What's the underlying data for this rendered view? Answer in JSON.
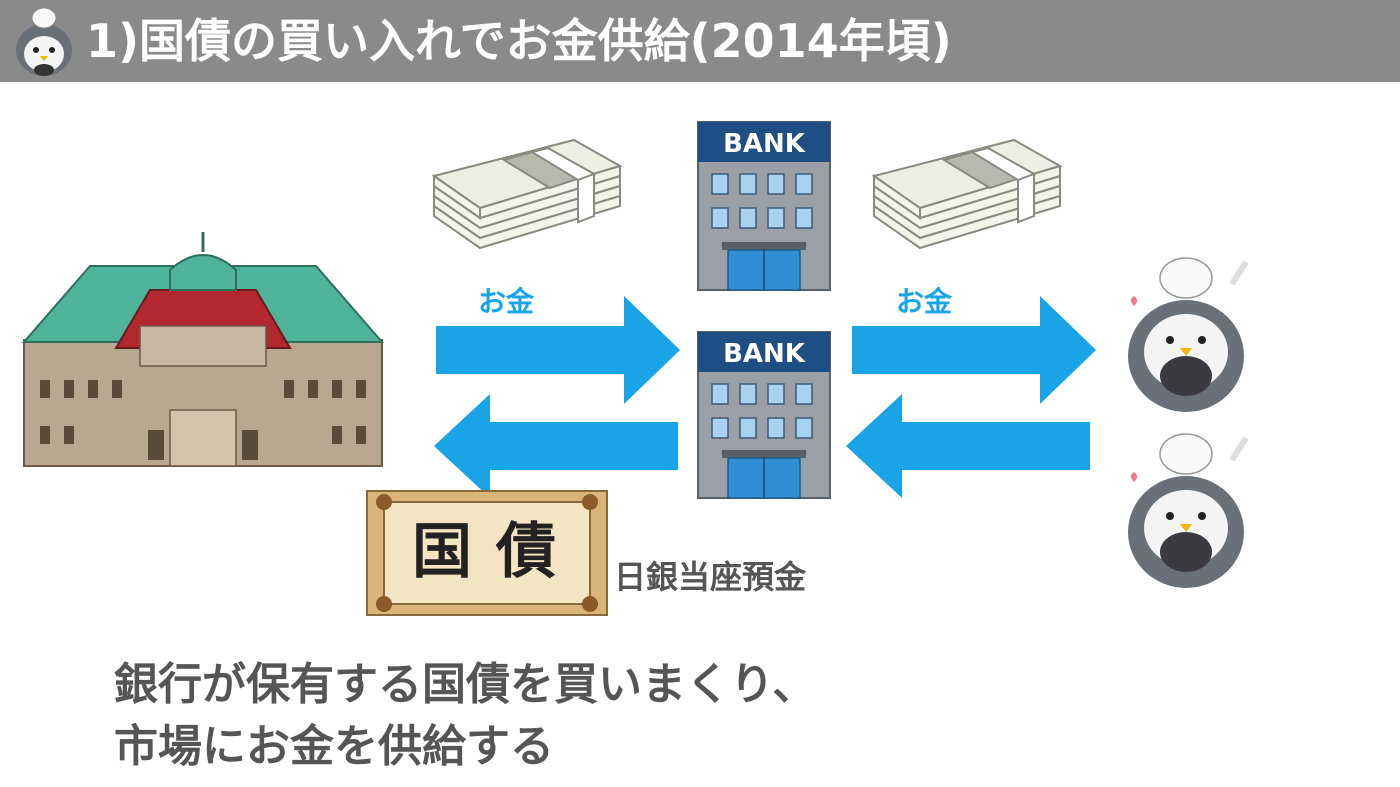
{
  "header": {
    "title": "1)国債の買い入れでお金供給(2014年頃)"
  },
  "banks": [
    {
      "sign": "BANK"
    },
    {
      "sign": "BANK"
    }
  ],
  "arrows": {
    "left_label": "お金",
    "right_label": "お金"
  },
  "bond": {
    "label_1": "国",
    "label_2": "債"
  },
  "deposit_label": "日銀当座預金",
  "summary": {
    "line1": "銀行が保有する国債を買いまくり、",
    "line2": "市場にお金を供給する"
  },
  "colors": {
    "header_bg": "#8a8a8a",
    "arrow": "#1aa4e8",
    "bank_sign": "#1f4e85",
    "text_gray": "#555555"
  }
}
